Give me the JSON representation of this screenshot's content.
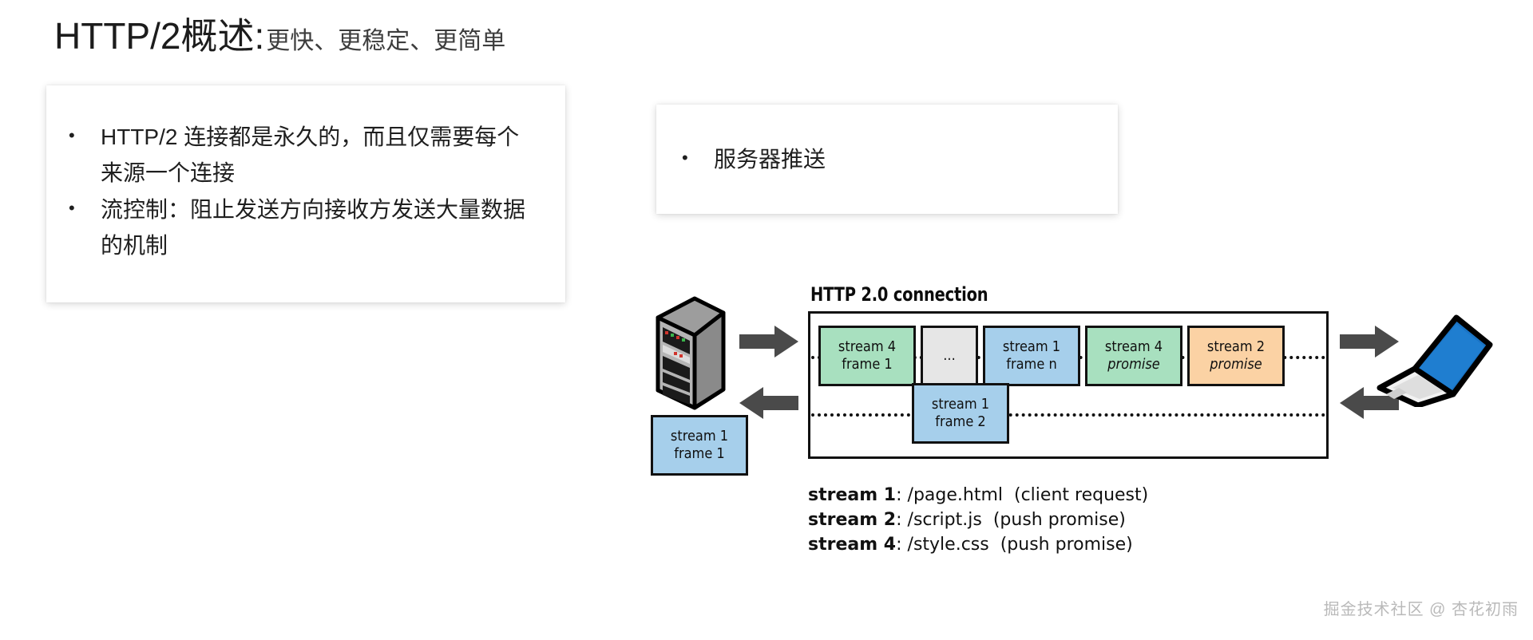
{
  "title": {
    "main": "HTTP/2概述:",
    "sub": "更快、更稳定、更简单"
  },
  "left_box": {
    "bullets": [
      "HTTP/2 连接都是永久的，而且仅需要每个来源一个连接",
      "流控制：阻止发送方向接收方发送大量数据的机制"
    ],
    "bullet_marker": "•"
  },
  "right_box": {
    "bullets": [
      "服务器推送"
    ],
    "bullet_marker": "•"
  },
  "diagram": {
    "heading": "HTTP 2.0 connection",
    "server_icon": "server-tower-icon",
    "client_icon": "laptop-icon",
    "frames_top": [
      {
        "line1": "stream 4",
        "line2": "frame 1",
        "color": "#a8e0bf",
        "style": "normal"
      },
      {
        "line1": "",
        "line2": "...",
        "color": "#e6e6e6",
        "style": "normal"
      },
      {
        "line1": "stream 1",
        "line2": "frame n",
        "color": "#a6cfeb",
        "style": "normal"
      },
      {
        "line1": "stream 4",
        "line2": "promise",
        "color": "#a8e0bf",
        "style": "italic"
      },
      {
        "line1": "stream 2",
        "line2": "promise",
        "color": "#fbd2a4",
        "style": "italic"
      }
    ],
    "frame_lower": {
      "line1": "stream 1",
      "line2": "frame 2",
      "color": "#a6cfeb",
      "style": "normal"
    },
    "frame_orphan": {
      "line1": "stream 1",
      "line2": "frame 1",
      "color": "#a6cfeb",
      "style": "normal"
    },
    "legend": [
      {
        "name": "stream 1",
        "path": ": /page.html",
        "note": "(client request)"
      },
      {
        "name": "stream 2",
        "path": ": /script.js",
        "note": "(push promise)"
      },
      {
        "name": "stream 4",
        "path": ": /style.css",
        "note": "(push promise)"
      }
    ]
  },
  "watermark": "掘金技术社区 @ 杏花初雨",
  "colors": {
    "green": "#a8e0bf",
    "blue": "#a6cfeb",
    "orange": "#fbd2a4",
    "gray": "#e6e6e6",
    "outline": "#111111",
    "arrow": "#4a4a4a",
    "laptop_screen": "#1a73c4"
  }
}
